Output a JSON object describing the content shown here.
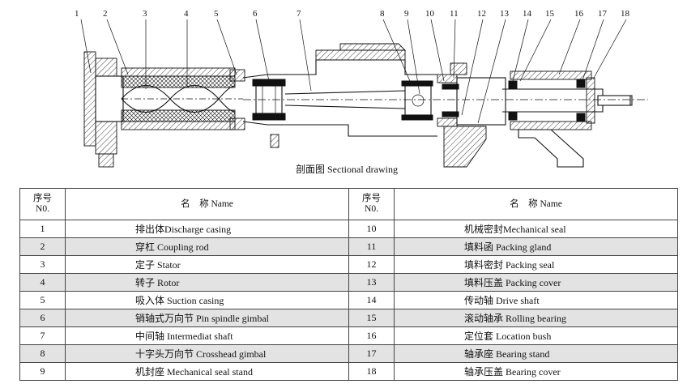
{
  "diagram": {
    "caption": "剖面图 Sectional drawing",
    "callouts": [
      "1",
      "2",
      "3",
      "4",
      "5",
      "6",
      "7",
      "8",
      "9",
      "10",
      "11",
      "12",
      "13",
      "14",
      "15",
      "16",
      "17",
      "18"
    ]
  },
  "table": {
    "headers": {
      "no_cn": "序号",
      "no_en": "N0.",
      "name": "名　称 Name"
    },
    "rows": [
      {
        "left_no": "1",
        "left_name": "排出体Discharge casing",
        "right_no": "10",
        "right_name": "机械密封Mechanical seal"
      },
      {
        "left_no": "2",
        "left_name": "穿杠 Coupling rod",
        "right_no": "11",
        "right_name": "填料函 Packing gland"
      },
      {
        "left_no": "3",
        "left_name": "定子 Stator",
        "right_no": "12",
        "right_name": "填料密封 Packing seal"
      },
      {
        "left_no": "4",
        "left_name": "转子 Rotor",
        "right_no": "13",
        "right_name": "填料压盖 Packing cover"
      },
      {
        "left_no": "5",
        "left_name": "吸入体 Suction casing",
        "right_no": "14",
        "right_name": "传动轴 Drive shaft"
      },
      {
        "left_no": "6",
        "left_name": "销轴式万向节 Pin spindle gimbal",
        "right_no": "15",
        "right_name": "滚动轴承 Rolling bearing"
      },
      {
        "left_no": "7",
        "left_name": "中间轴 Intermediat shaft",
        "right_no": "16",
        "right_name": "定位套 Location bush"
      },
      {
        "left_no": "8",
        "left_name": "十字头万向节 Crosshead gimbal",
        "right_no": "17",
        "right_name": "轴承座 Bearing stand"
      },
      {
        "left_no": "9",
        "left_name": "机封座 Mechanical seal stand",
        "right_no": "18",
        "right_name": "轴承压盖 Bearing cover"
      }
    ]
  }
}
